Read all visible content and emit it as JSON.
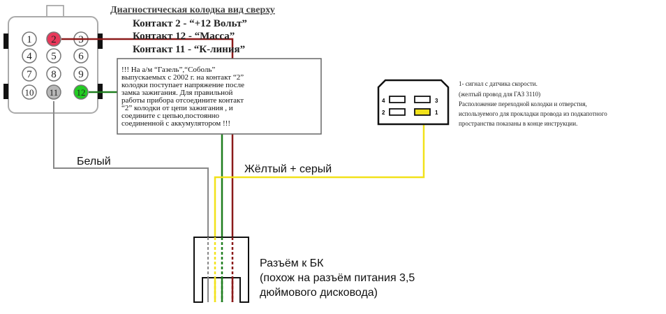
{
  "header": {
    "title": "Диагностическая колодка  вид сверху",
    "rows": [
      "Контакт 2  -   “+12  Вольт”",
      "Контакт 12  -    “Масса”",
      "Контакт 11  -  “К-линия”"
    ]
  },
  "note": {
    "lines": [
      "!!! На а/м “Газель”,“Соболь”",
      "выпускаемых с 2002 г. на контакт “2”",
      "колодки поступает напряжение после",
      "замка зажигания. Для правильной",
      "работы прибора отсоедините контакт",
      " “2”  колодки от цепи зажигания , и",
      "соедините  с цепью,постоянно",
      "соединенной с аккумулятором !!!"
    ]
  },
  "diag_connector": {
    "pins": [
      "1",
      "2",
      "3",
      "4",
      "5",
      "6",
      "7",
      "8",
      "9",
      "10",
      "11",
      "12"
    ],
    "colors": {
      "pin2": "#e8385a",
      "pin11": "#b8b8b8",
      "pin12": "#22cc22"
    }
  },
  "wires": {
    "white_label": "Белый",
    "yellow_grey_label": "Жёлтый + серый",
    "colors": {
      "red": "#8b1a1a",
      "green": "#1e7e1e",
      "grey": "#888888",
      "yellow": "#f2e21a"
    }
  },
  "bk_connector": {
    "label_lines": [
      "Разъём к БК",
      "(похож на разъём питания 3,5",
      "дюймового дисковода)"
    ]
  },
  "adapter": {
    "pins": [
      "4",
      "3",
      "2",
      "1"
    ],
    "desc_lines": [
      "1- сигнал с датчика скорости.",
      "(желтый провод для ГАЗ 3110)",
      "Расположение переходной колодки и отверстия,",
      "используемого для прокладки провода из подкапотного",
      "пространства  показаны в конце инструкции."
    ]
  }
}
